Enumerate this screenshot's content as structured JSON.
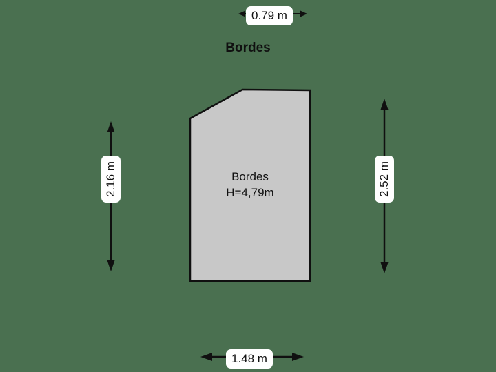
{
  "drawing": {
    "title": "Bordes",
    "background_color": "#4a7050",
    "shape_fill": "#c8c8c8",
    "shape_stroke": "#101010"
  },
  "room": {
    "name": "Bordes",
    "height_label": "H=4,79m"
  },
  "dimensions": {
    "top": "0.79 m",
    "bottom": "1.48 m",
    "left": "2.16 m",
    "right": "2.52 m"
  }
}
